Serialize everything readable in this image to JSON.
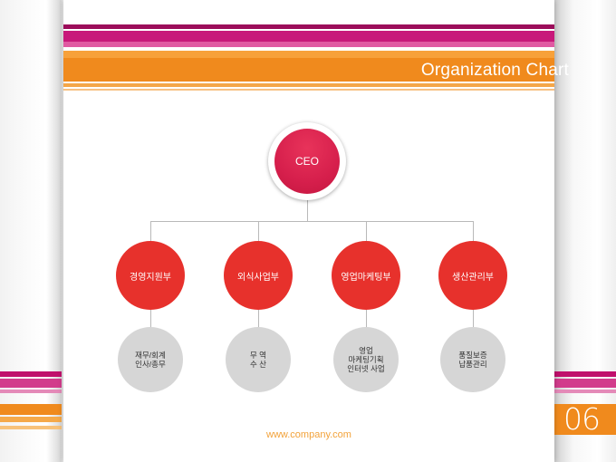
{
  "slide": {
    "title": "Organization Chart",
    "footer": "www.company.com",
    "page_number": "06"
  },
  "org": {
    "root": "CEO",
    "departments": [
      {
        "label": "경영지원부",
        "sub": "재무/회계\n인사/총무"
      },
      {
        "label": "외식사업부",
        "sub": "무    역\n수    산"
      },
      {
        "label": "영업마케팅부",
        "sub": "영업\n마케팅기획\n인터넷 사업"
      },
      {
        "label": "생산관리부",
        "sub": "품질보증\n납품관리"
      }
    ]
  },
  "colors": {
    "magenta": "#b5106a",
    "pink": "#d63a8a",
    "orange": "#f08a1d",
    "red_node": "#e7312c",
    "ceo_node": "#d61f4c",
    "gray_node": "#d6d6d6",
    "connector": "#b9b9b9",
    "footer_text": "#f2a23a"
  }
}
